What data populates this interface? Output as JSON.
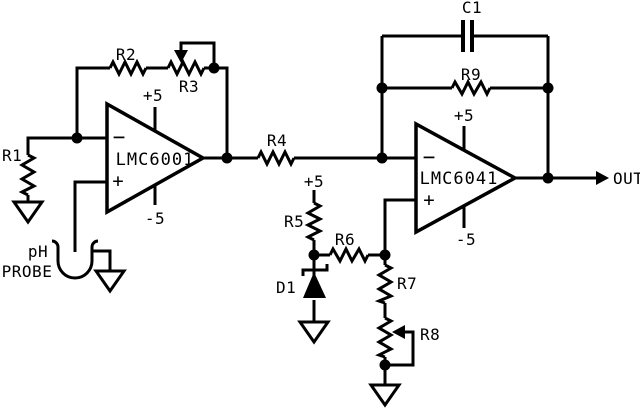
{
  "canvas": {
    "background": "#ffffff",
    "ink": "#000000"
  },
  "opamp1": {
    "name": "LMC6001",
    "inverting_sign": "−",
    "noninverting_sign": "+"
  },
  "opamp2": {
    "name": "LMC6041",
    "inverting_sign": "−",
    "noninverting_sign": "+"
  },
  "power": {
    "plus5": "+5",
    "minus5": "-5"
  },
  "components": {
    "r1": "R1",
    "r2": "R2",
    "r3": "R3",
    "r4": "R4",
    "r5": "R5",
    "r6": "R6",
    "r7": "R7",
    "r8": "R8",
    "r9": "R9",
    "c1": "C1",
    "d1": "D1"
  },
  "probe": {
    "line1": "pH",
    "line2": "PROBE"
  },
  "output": {
    "label": "OUT"
  }
}
